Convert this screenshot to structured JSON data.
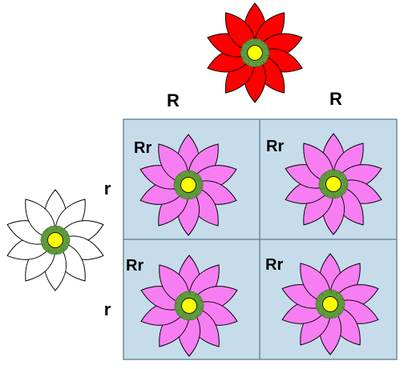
{
  "colors": {
    "parent_top_petal": "#ff0000",
    "parent_left_petal": "#ffffff",
    "offspring_petal": "#f77ef2",
    "sepal": "#5e9a3c",
    "center": "#ffff00",
    "outline": "#000000",
    "grid_fill": "#c6dcea",
    "grid_line": "#6f8a9c"
  },
  "parents": {
    "top": {
      "name": "red-flower",
      "petal_color": "#ff0000",
      "alleles": [
        "R",
        "R"
      ]
    },
    "left": {
      "name": "white-flower",
      "petal_color": "#ffffff",
      "alleles": [
        "r",
        "r"
      ]
    }
  },
  "punnett": {
    "cells": [
      {
        "genotype": "Rr",
        "petal_color": "#f77ef2"
      },
      {
        "genotype": "Rr",
        "petal_color": "#f77ef2"
      },
      {
        "genotype": "Rr",
        "petal_color": "#f77ef2"
      },
      {
        "genotype": "Rr",
        "petal_color": "#f77ef2"
      }
    ]
  }
}
